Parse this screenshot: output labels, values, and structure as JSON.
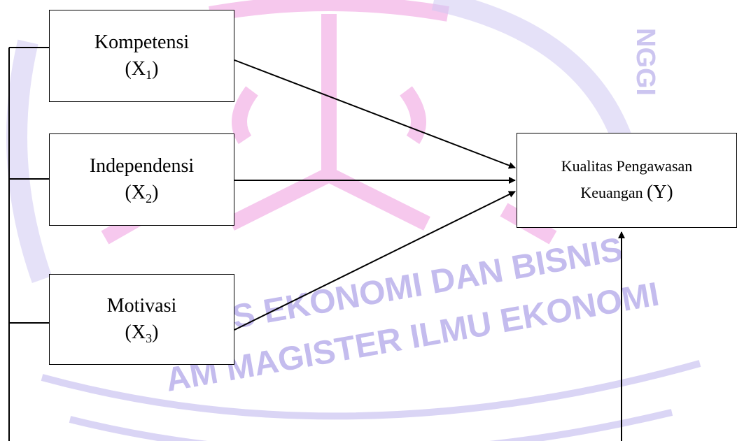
{
  "watermark": {
    "top_right_text": "NGGI",
    "bottom_line1": "S EKONOMI DAN BISNIS",
    "bottom_line2": "AM MAGISTER ILMU EKONOMI",
    "color": "#c4bcee",
    "emblem_color": "#f3b6e8"
  },
  "nodes": {
    "x1": {
      "name": "Kompetensi",
      "symbol": "X",
      "subscript": "1"
    },
    "x2": {
      "name": "Independensi",
      "symbol": "X",
      "subscript": "2"
    },
    "x3": {
      "name": "Motivasi",
      "symbol": "X",
      "subscript": "3"
    },
    "y": {
      "name_line1": "Kualitas Pengawasan",
      "name_line2": "Keuangan",
      "symbol": "(Y)"
    }
  }
}
